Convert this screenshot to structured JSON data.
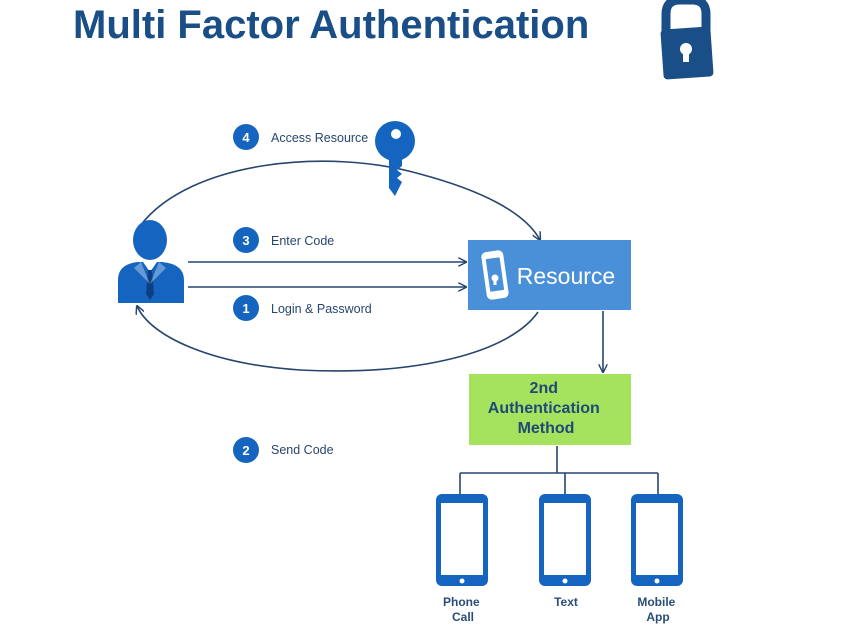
{
  "title": "Multi Factor Authentication",
  "steps": [
    {
      "number": "4",
      "label": "Access Resource"
    },
    {
      "number": "3",
      "label": "Enter Code"
    },
    {
      "number": "1",
      "label": "Login & Password"
    },
    {
      "number": "2",
      "label": "Send Code"
    }
  ],
  "resource": {
    "label": "Resource"
  },
  "auth_method": {
    "lines": [
      "2nd",
      "Authentication",
      "Method"
    ]
  },
  "devices": [
    {
      "lines": [
        "Phone",
        "Call"
      ]
    },
    {
      "lines": [
        "Text"
      ]
    },
    {
      "lines": [
        "Mobile",
        "App"
      ]
    }
  ],
  "colors": {
    "title": "#1a4e86",
    "accent_blue": "#1565c0",
    "resource_box": "#4a90d9",
    "auth_box": "#a5e25d",
    "line": "#27466e"
  },
  "icons": [
    "padlock-icon",
    "key-icon",
    "user-icon",
    "phone-lock-icon",
    "smartphone-icon"
  ]
}
